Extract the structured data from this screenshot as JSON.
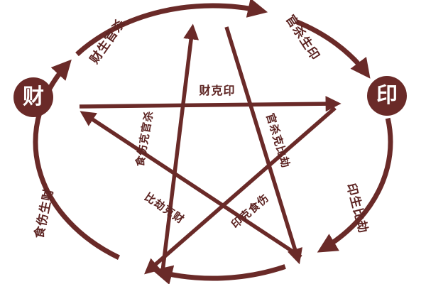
{
  "colors": {
    "accent": "#6a2a28",
    "background": "#ffffff",
    "node_text": "#ffffff"
  },
  "nodes": {
    "wealth": "财",
    "seal": "印"
  },
  "generation_labels": {
    "wealth_generates_officer": "财生官杀",
    "officer_generates_seal": "官杀生印",
    "seal_generates_peer": "印生比劫",
    "eating_generates_wealth": "食伤生财"
  },
  "overcoming_labels": {
    "wealth_overcomes_seal": "财克印",
    "eating_overcomes_officer": "食伤克官杀",
    "officer_overcomes_peer": "官杀克比劫",
    "peer_overcomes_wealth": "比劫克财",
    "seal_overcomes_eating": "印克食伤"
  }
}
